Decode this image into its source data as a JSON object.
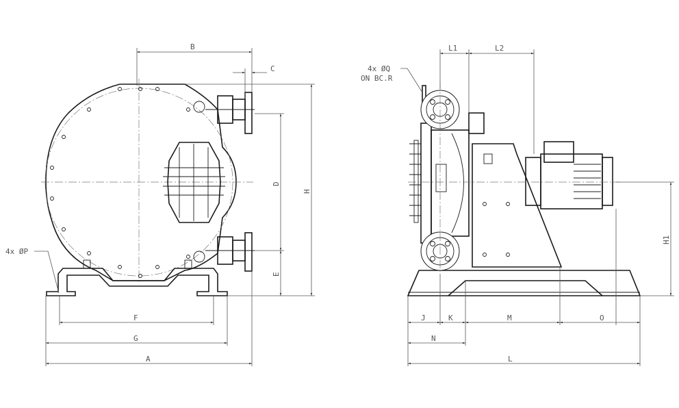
{
  "title": "Hose pump dimensional drawing",
  "front_view": {
    "dims": {
      "B": "B",
      "C": "C",
      "D": "D",
      "H": "H",
      "E": "E",
      "F": "F",
      "G": "G",
      "A": "A"
    },
    "holes_note": "4x ØP"
  },
  "side_view": {
    "dims": {
      "L1": "L1",
      "L2": "L2",
      "H1": "H1",
      "J": "J",
      "K": "K",
      "M": "M",
      "O": "O",
      "N": "N",
      "L": "L"
    },
    "flange_note_1": "4x ØQ",
    "flange_note_2": "ON BC.R"
  }
}
